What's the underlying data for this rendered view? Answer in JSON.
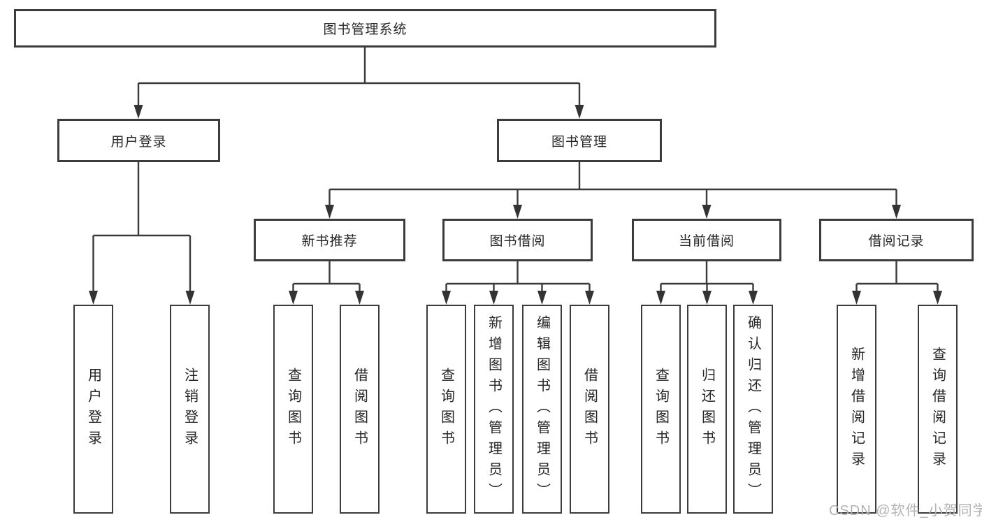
{
  "diagram": {
    "title": "图书管理系统",
    "nodes": {
      "root": {
        "label": "图书管理系统",
        "level": 1
      },
      "user_login": {
        "label": "用户登录",
        "level": 2
      },
      "book_mgmt": {
        "label": "图书管理",
        "level": 2
      },
      "new_book_rec": {
        "label": "新书推荐",
        "level": 3
      },
      "book_borrow": {
        "label": "图书借阅",
        "level": 3
      },
      "current_borrow": {
        "label": "当前借阅",
        "level": 3
      },
      "borrow_records": {
        "label": "借阅记录",
        "level": 3
      },
      "leaf_user_login": {
        "label": "用户登录",
        "level": 4
      },
      "leaf_logout": {
        "label": "注销登录",
        "level": 4
      },
      "leaf_nbr_query": {
        "label": "查询图书",
        "level": 4
      },
      "leaf_nbr_borrow": {
        "label": "借阅图书",
        "level": 4
      },
      "leaf_bb_query": {
        "label": "查询图书",
        "level": 4
      },
      "leaf_bb_add": {
        "label": "新增图书（管理员）",
        "level": 4
      },
      "leaf_bb_edit": {
        "label": "编辑图书（管理员）",
        "level": 4
      },
      "leaf_bb_borrow": {
        "label": "借阅图书",
        "level": 4
      },
      "leaf_cb_query": {
        "label": "查询图书",
        "level": 4
      },
      "leaf_cb_return": {
        "label": "归还图书",
        "level": 4
      },
      "leaf_cb_confirm": {
        "label": "确认归还（管理员）",
        "level": 4
      },
      "leaf_br_add": {
        "label": "新增借阅记录",
        "level": 4
      },
      "leaf_br_query": {
        "label": "查询借阅记录",
        "level": 4
      }
    },
    "edges": [
      {
        "from": "图书管理系统",
        "to": [
          "用户登录",
          "图书管理"
        ]
      },
      {
        "from": "用户登录",
        "to": [
          "用户登录",
          "注销登录"
        ]
      },
      {
        "from": "图书管理",
        "to": [
          "新书推荐",
          "图书借阅",
          "当前借阅",
          "借阅记录"
        ]
      },
      {
        "from": "新书推荐",
        "to": [
          "查询图书",
          "借阅图书"
        ]
      },
      {
        "from": "图书借阅",
        "to": [
          "查询图书",
          "新增图书（管理员）",
          "编辑图书（管理员）",
          "借阅图书"
        ]
      },
      {
        "from": "当前借阅",
        "to": [
          "查询图书",
          "归还图书",
          "确认归还（管理员）"
        ]
      },
      {
        "from": "借阅记录",
        "to": [
          "新增借阅记录",
          "查询借阅记录"
        ]
      }
    ],
    "colors": {
      "background": "#ffffff",
      "box_border": "#3c3c3c",
      "connector": "#3a3a3a",
      "text": "#262626",
      "watermark": "#b3b3b3"
    }
  },
  "watermark": {
    "text": "CSDN @软件_小贺同学"
  }
}
